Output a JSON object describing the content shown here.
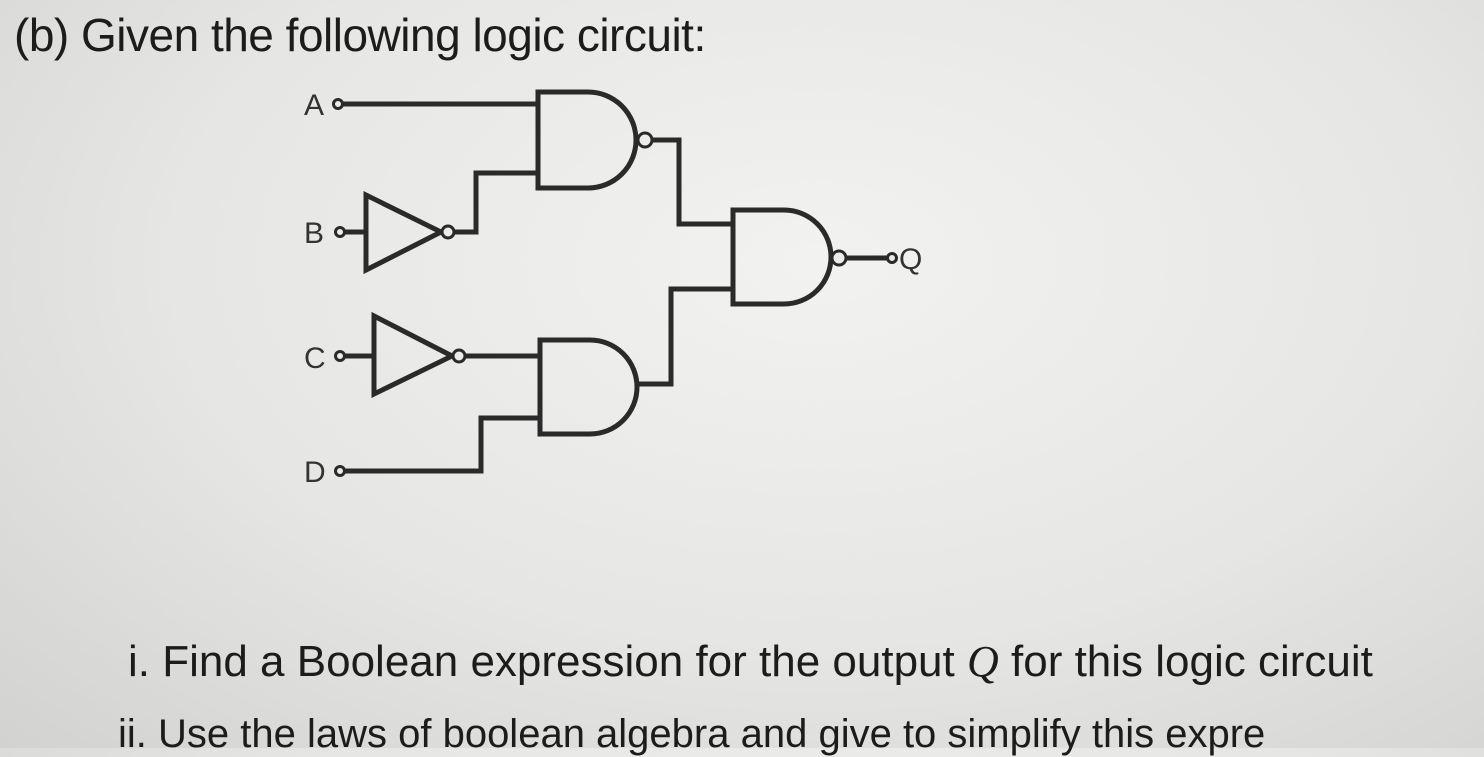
{
  "heading": "(b) Given the following logic circuit:",
  "circuit": {
    "inputs": [
      "A",
      "B",
      "C",
      "D"
    ],
    "output": "Q"
  },
  "question_i": {
    "number": "i.",
    "text_before": "Find a Boolean expression for the output",
    "variable": "Q",
    "text_after": "for this logic circuit"
  },
  "question_ii": {
    "text": "ii. Use the laws of boolean algebra and give to simplify this expre"
  }
}
